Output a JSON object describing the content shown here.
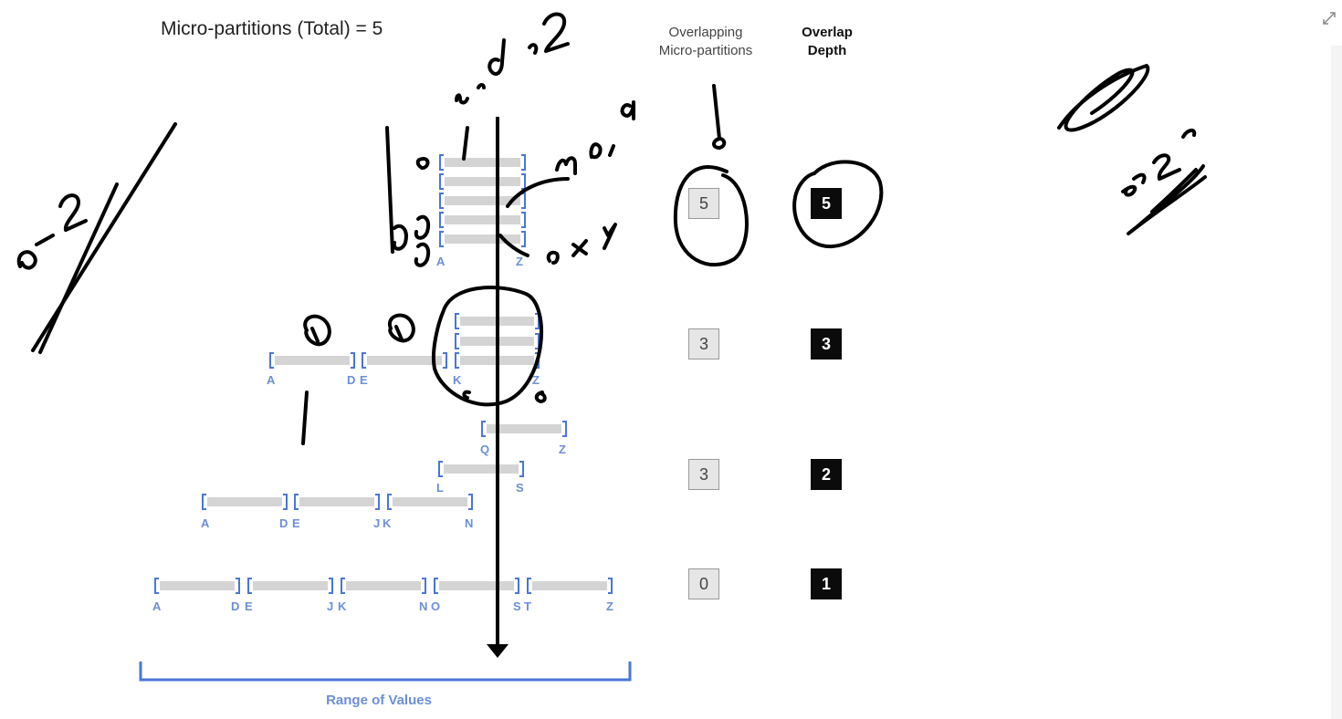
{
  "title": "Micro-partitions (Total) = 5",
  "headers": {
    "overlapping": [
      "Overlapping",
      "Micro-partitions"
    ],
    "depth": [
      "Overlap",
      "Depth"
    ]
  },
  "rows": [
    {
      "overlapping": "5",
      "depth": "5"
    },
    {
      "overlapping": "3",
      "depth": "3"
    },
    {
      "overlapping": "3",
      "depth": "2"
    },
    {
      "overlapping": "0",
      "depth": "1"
    }
  ],
  "axis_label": "Range of Values",
  "colors": {
    "bar": "#d4d4d4",
    "bracket": "#4a76d6",
    "label": "#6c8fd8",
    "ink": "#000000"
  }
}
